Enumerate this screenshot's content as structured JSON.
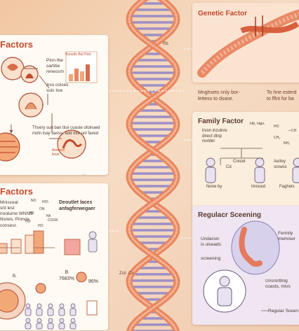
{
  "panels": {
    "top_left": {
      "title": "Factors",
      "labels": [
        "Pinn the\nsartitie\nrenessm",
        "Aso coises\nsuis tsw",
        "Thsery sun ban tlce coaste ofoinaed\nmoln inay bavss, add thte unl faxed",
        "Anerred\nfesst"
      ],
      "chart_label": "Bunsde Bat Ped"
    },
    "bottom_left": {
      "title": "Factors",
      "labels": [
        "Mnisceal\nsnt lest\nnoolume WNNS\nllisnes, Pinnoe,\nconsesr.",
        "Deoutlet laces\nanfagferwegaer",
        "B\n7683%",
        "86%",
        "B,"
      ],
      "chem": [
        "NO",
        "HO\\",
        "H0",
        "ON",
        "Nh",
        "HO",
        "HO",
        "COOK"
      ]
    },
    "genetic": {
      "title": "Genetic Factor"
    },
    "family": {
      "title": "Family Factor",
      "labels": [
        "lrvon inzulnre\ndirect dtnp\nrevlder",
        "Crecet",
        "Cd",
        "Ae/tey\nsrowss",
        "None by",
        "Imnued",
        "Faghets"
      ],
      "chem": [
        "Hb, Hgn,",
        "HO",
        "CH₂",
        "NH₂",
        "—CH"
      ]
    },
    "screening": {
      "title": "Regulacr Sceening",
      "labels": [
        "Undaroin\nis uiseads",
        "screening",
        "Fermily\nmemiser",
        "Unsrortting\ncoasts, mivs",
        "Regular Sceen"
      ]
    }
  },
  "floating": {
    "mid_left": "Mnghsets nnly bor-\nlettess to dsase.",
    "mid_right": "To hne esterd\nto fflnt for ba",
    "dna_label": "Rb",
    "dna_label2": "Zsti  Cx"
  },
  "colors": {
    "accent": "#c24a2c",
    "dna": "#e8875f",
    "rung": "#9d8fc6",
    "bar": "#f1a77a"
  }
}
